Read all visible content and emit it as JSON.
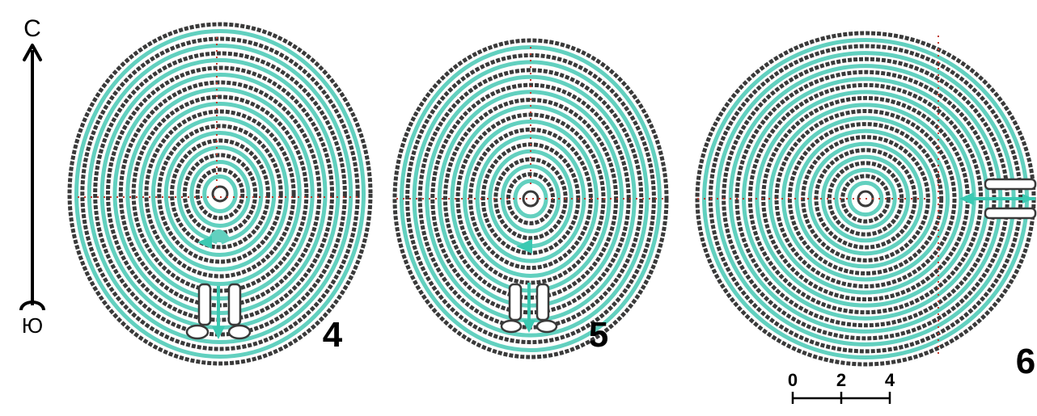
{
  "compass": {
    "north_label": "С",
    "south_label": "Ю"
  },
  "figures": [
    {
      "number": "4"
    },
    {
      "number": "5"
    },
    {
      "number": "6"
    }
  ],
  "scale_bar": {
    "ticks": [
      "0",
      "2",
      "4"
    ]
  },
  "colors": {
    "path": "#62d0bf",
    "stones": "#3a3a3a",
    "marker": "#c0392b",
    "text": "#000000"
  }
}
